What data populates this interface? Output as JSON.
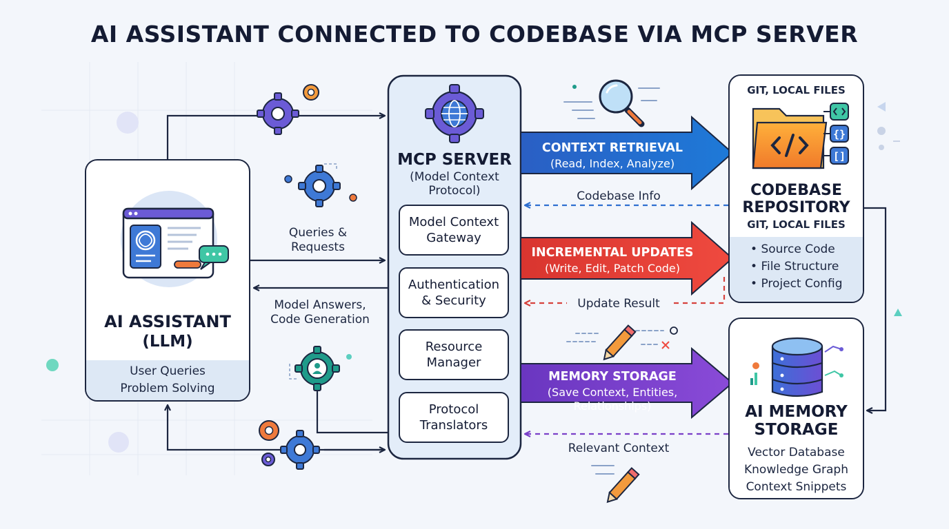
{
  "title": "AI ASSISTANT CONNECTED TO CODEBASE VIA MCP SERVER",
  "colors": {
    "outline": "#1c2640",
    "strip": "#dde8f5",
    "mcp_fill": "#e3edf9",
    "context_blue": "#1f6fd1",
    "updates_red": "#e23b38",
    "memory_purple": "#7a3fc8",
    "gear_purple": "#6b5bd6",
    "gear_blue": "#3e79d6",
    "gear_orange": "#ef7a3c",
    "gear_teal": "#1f9b8a"
  },
  "assistant": {
    "title_line1": "AI ASSISTANT",
    "title_line2": "(LLM)",
    "item1": "User Queries",
    "item2": "Problem Solving",
    "icon": "browser-window-ai-icon"
  },
  "mcp": {
    "title": "MCP SERVER",
    "subtitle_line1": "(Model Context",
    "subtitle_line2": "Protocol)",
    "icon": "globe-gear-icon",
    "components": [
      {
        "line1": "Model Context",
        "line2": "Gateway"
      },
      {
        "line1": "Authentication",
        "line2": "& Security"
      },
      {
        "line1": "Resource",
        "line2": "Manager"
      },
      {
        "line1": "Protocol",
        "line2": "Translators"
      }
    ]
  },
  "repo": {
    "top_label": "GIT, LOCAL FILES",
    "title_line1": "CODEBASE",
    "title_line2": "REPOSITORY",
    "subtitle": "GIT, LOCAL FILES",
    "items": [
      "Source Code",
      "File Structure",
      "Project Config"
    ],
    "icon": "code-folder-icon"
  },
  "memory": {
    "title_line1": "AI MEMORY",
    "title_line2": "STORAGE",
    "items": [
      "Vector Database",
      "Knowledge Graph",
      "Context Snippets"
    ],
    "icon": "database-icon"
  },
  "left_labels": {
    "queries_line1": "Queries &",
    "queries_line2": "Requests",
    "answers_line1": "Model Answers,",
    "answers_line2": "Code Generation"
  },
  "flows": {
    "context_title": "CONTEXT RETRIEVAL",
    "context_sub": "(Read, Index, Analyze)",
    "codebase_info": "Codebase Info",
    "updates_title": "INCREMENTAL UPDATES",
    "updates_sub": "(Write, Edit, Patch Code)",
    "update_result": "Update Result",
    "memory_title": "MEMORY STORAGE",
    "memory_sub_line1": "(Save Context, Entities,",
    "memory_sub_line2": "Relationships)",
    "relevant_context": "Relevant Context"
  }
}
